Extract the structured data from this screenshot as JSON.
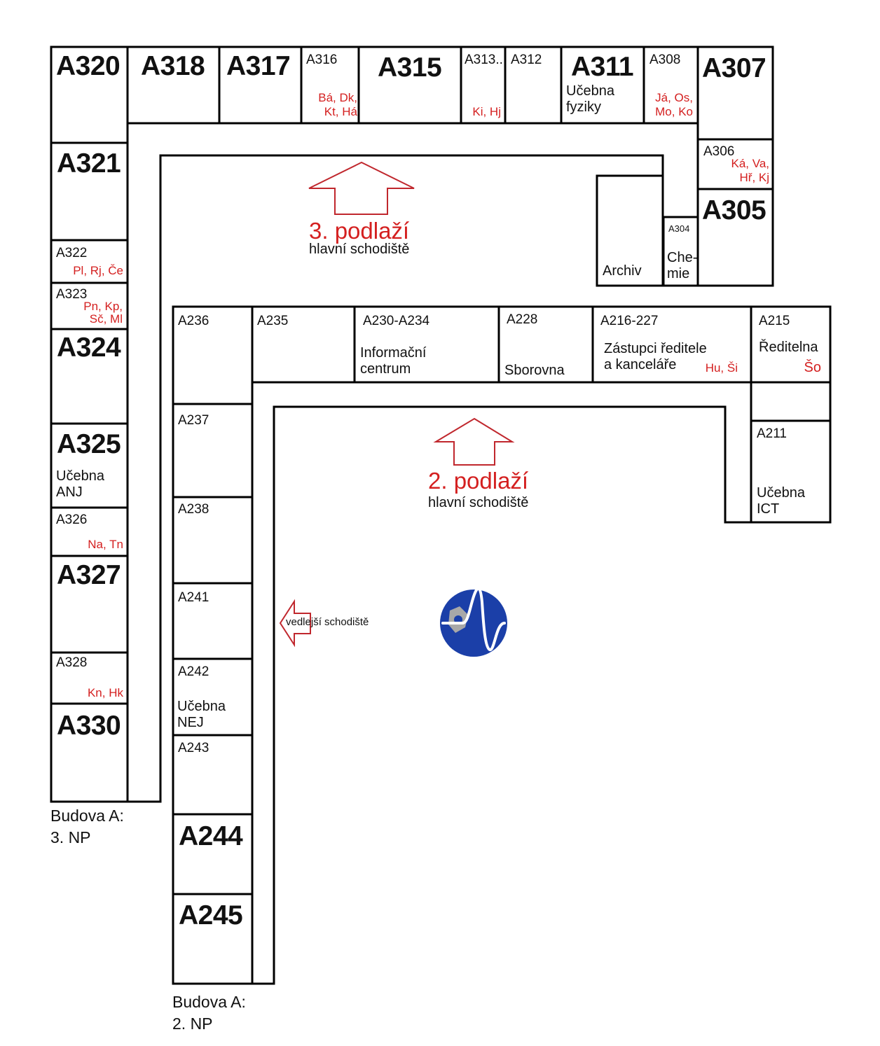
{
  "floor3": {
    "building_label": "Budova A:",
    "floor_label": "3. NP",
    "stairs_floor": "3. podlaží",
    "stairs_name": "hlavní schodiště",
    "rooms": {
      "a320": "A320",
      "a318": "A318",
      "a317": "A317",
      "a316": "A316",
      "a316_staff": "Bá, Dk,\nKt, Há",
      "a315": "A315",
      "a313": "A313..",
      "a313_staff": "Ki, Hj",
      "a312": "A312",
      "a311": "A311",
      "a311_desc": "Učebna\nfyziky",
      "a308": "A308",
      "a308_staff": "Já, Os,\nMo, Ko",
      "a307": "A307",
      "a306": "A306",
      "a306_staff": "Ká, Va,\nHř, Kj",
      "a305": "A305",
      "a304": "A304",
      "a304_desc": "Che-\nmie",
      "archiv": "Archiv",
      "a321": "A321",
      "a322": "A322",
      "a322_staff": "Pl, Rj, Če",
      "a323": "A323",
      "a323_staff": "Pn, Kp,\nSč, Ml",
      "a324": "A324",
      "a325": "A325",
      "a325_desc": "Učebna\nANJ",
      "a326": "A326",
      "a326_staff": "Na, Tn",
      "a327": "A327",
      "a328": "A328",
      "a328_staff": "Kn, Hk",
      "a330": "A330"
    }
  },
  "floor2": {
    "building_label": "Budova A:",
    "floor_label": "2. NP",
    "stairs_floor": "2. podlaží",
    "stairs_name": "hlavní schodiště",
    "side_stairs": "vedlejší schodiště",
    "rooms": {
      "a236": "A236",
      "a235": "A235",
      "a230": "A230-A234",
      "a230_desc": "Informační\ncentrum",
      "a228": "A228",
      "a228_desc": "Sborovna",
      "a216": "A216-227",
      "a216_desc": "Zástupci ředitele\na kanceláře",
      "a216_staff": "Hu, Ši",
      "a215": "A215",
      "a215_desc": "Ředitelna",
      "a215_staff": "Šo",
      "a211": "A211",
      "a211_desc": "Učebna\nICT",
      "a237": "A237",
      "a238": "A238",
      "a241": "A241",
      "a242": "A242",
      "a242_desc": "Učebna\nNEJ",
      "a243": "A243",
      "a244": "A244",
      "a245": "A245"
    }
  },
  "colors": {
    "accent_red": "#d42020",
    "logo_blue": "#1b3fa8",
    "logo_grey": "#a8a8a8"
  },
  "icons": {
    "stairs_arrow": "arrow-up-outline",
    "side_stairs_arrow": "arrow-left-outline",
    "logo": "school-logo"
  }
}
